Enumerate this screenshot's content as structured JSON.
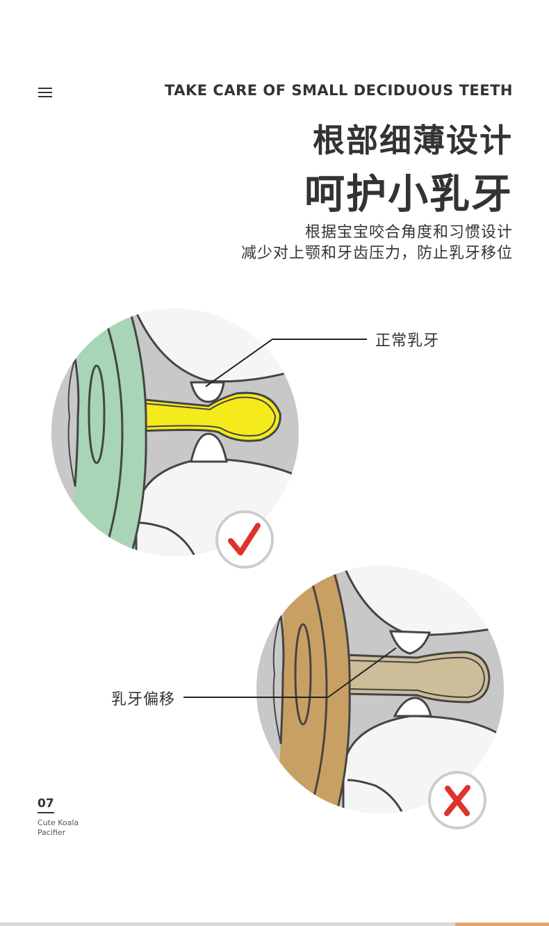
{
  "header": {
    "menu_icon": "hamburger-menu-icon",
    "eyebrow": "TAKE CARE OF SMALL DECIDUOUS TEETH",
    "title_line1": "根部细薄设计",
    "title_line2": "呵护小乳牙",
    "description_line1": "根据宝宝咬合角度和习惯设计",
    "description_line2": "减少对上颚和牙齿压力，防止乳牙移位"
  },
  "comparison": {
    "normal_label": "正常乳牙",
    "shift_label": "乳牙偏移",
    "normal_status_icon": "check-mark-icon",
    "shift_status_icon": "cross-mark-icon"
  },
  "footer": {
    "page_number": "07",
    "brand_line1": "Cute Koala",
    "brand_line2": "Pacifier"
  },
  "colors": {
    "text": "#333333",
    "green_shield": "#a8d5b5",
    "yellow_nipple": "#f5ea1c",
    "tan_shield": "#c9a063",
    "beige_nipple": "#cdbd98",
    "mouth_grey": "#c8c8c8",
    "gum_white": "#f5f5f5",
    "check_red": "#e0322c",
    "bottom_accent": "#e5a468"
  }
}
